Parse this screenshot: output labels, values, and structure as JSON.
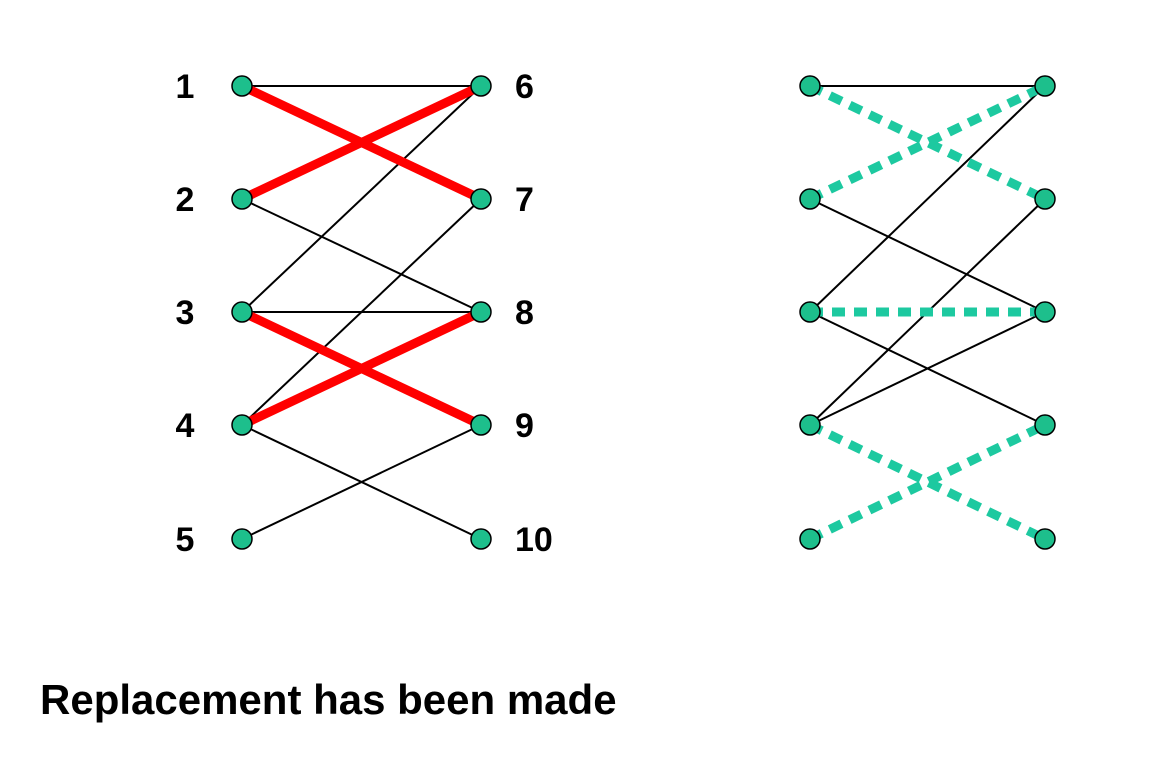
{
  "colors": {
    "node_fill": "#1dbf8c",
    "node_stroke": "#000000",
    "edge": "#000000",
    "matching_edge": "#ff0000",
    "alternate_matching_edge": "#1dc9a0"
  },
  "left_graph": {
    "left_nodes": [
      "1",
      "2",
      "3",
      "4",
      "5"
    ],
    "right_nodes": [
      "6",
      "7",
      "8",
      "9",
      "10"
    ],
    "edges": [
      [
        "1",
        "6"
      ],
      [
        "3",
        "6"
      ],
      [
        "2",
        "8"
      ],
      [
        "3",
        "8"
      ],
      [
        "4",
        "7"
      ],
      [
        "4",
        "10"
      ],
      [
        "5",
        "9"
      ]
    ],
    "matching_edges": [
      [
        "1",
        "7"
      ],
      [
        "2",
        "6"
      ],
      [
        "3",
        "9"
      ],
      [
        "4",
        "8"
      ]
    ]
  },
  "right_graph": {
    "edges": [
      [
        "1",
        "6"
      ],
      [
        "2",
        "8"
      ],
      [
        "3",
        "6"
      ],
      [
        "3",
        "9"
      ],
      [
        "4",
        "7"
      ],
      [
        "4",
        "8"
      ]
    ],
    "matching_edges": [
      [
        "1",
        "7"
      ],
      [
        "2",
        "6"
      ],
      [
        "3",
        "8"
      ],
      [
        "4",
        "10"
      ],
      [
        "5",
        "9"
      ]
    ]
  },
  "caption": "Replacement has been made"
}
